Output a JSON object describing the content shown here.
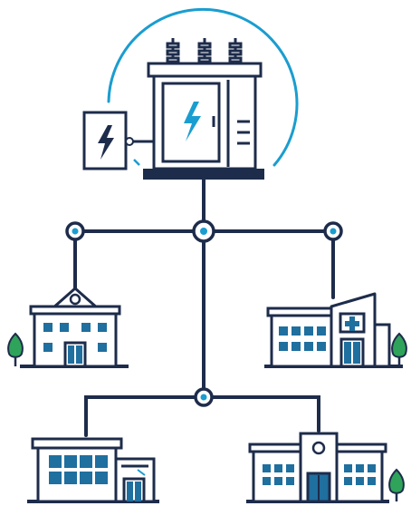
{
  "diagram": {
    "colors": {
      "navy": "#1e2c4b",
      "accent": "#1a9dd0",
      "window": "#1f6f9f",
      "tree": "#2fa35a",
      "surface": "#ffffff"
    },
    "source": {
      "icon": "power-transformer-icon",
      "control_box_icon": "lightning-control-box-icon"
    },
    "nodes": [
      {
        "id": "hub-center",
        "icon": "junction-node-icon"
      },
      {
        "id": "hub-left",
        "icon": "junction-node-icon"
      },
      {
        "id": "hub-right",
        "icon": "junction-node-icon"
      },
      {
        "id": "hub-lower",
        "icon": "junction-node-icon"
      }
    ],
    "buildings": [
      {
        "id": "school",
        "icon": "school-building-icon"
      },
      {
        "id": "hospital",
        "icon": "hospital-building-icon"
      },
      {
        "id": "office",
        "icon": "office-building-icon"
      },
      {
        "id": "civic",
        "icon": "civic-building-icon"
      }
    ]
  }
}
